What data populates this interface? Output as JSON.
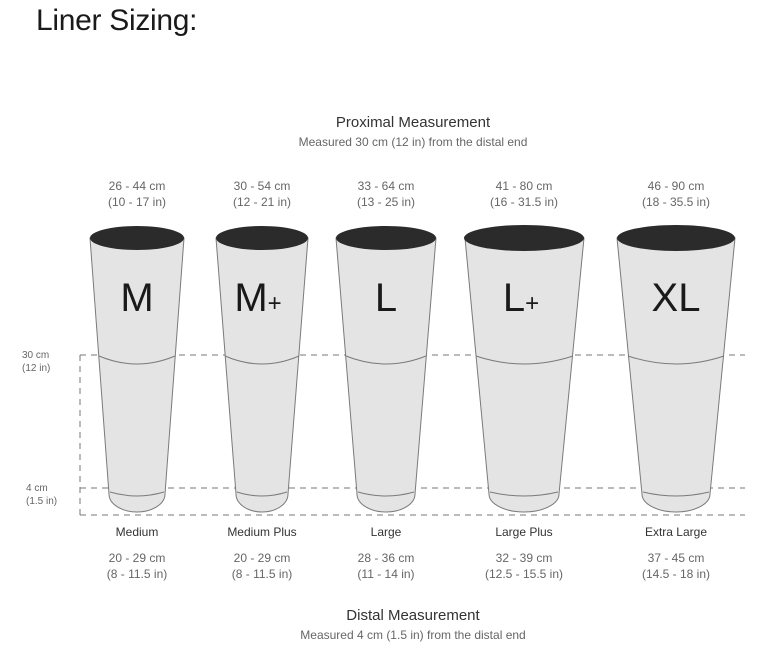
{
  "title": "Liner Sizing:",
  "proximal": {
    "label": "Proximal Measurement",
    "note": "Measured 30 cm (12 in) from the distal end"
  },
  "distal": {
    "label": "Distal Measurement",
    "note": "Measured 4 cm (1.5 in) from the distal end"
  },
  "levels": [
    {
      "cm": "30 cm",
      "in": "(12 in)"
    },
    {
      "cm": "4 cm",
      "in": "(1.5 in)"
    }
  ],
  "liners": [
    {
      "code": "M",
      "sup": "",
      "name": "Medium",
      "prox_cm": "26 - 44 cm",
      "prox_in": "(10 - 17 in)",
      "dist_cm": "20 - 29 cm",
      "dist_in": "(8 - 11.5 in)"
    },
    {
      "code": "M",
      "sup": "+",
      "name": "Medium Plus",
      "prox_cm": "30 - 54 cm",
      "prox_in": "(12 - 21 in)",
      "dist_cm": "20 - 29 cm",
      "dist_in": "(8 - 11.5 in)"
    },
    {
      "code": "L",
      "sup": "",
      "name": "Large",
      "prox_cm": "33 - 64 cm",
      "prox_in": "(13 - 25 in)",
      "dist_cm": "28 - 36 cm",
      "dist_in": "(11 - 14 in)"
    },
    {
      "code": "L",
      "sup": "+",
      "name": "Large Plus",
      "prox_cm": "41 - 80 cm",
      "prox_in": "(16 - 31.5 in)",
      "dist_cm": "32 - 39 cm",
      "dist_in": "(12.5 - 15.5 in)"
    },
    {
      "code": "XL",
      "sup": "",
      "name": "Extra Large",
      "prox_cm": "46 - 90 cm",
      "prox_in": "(18 - 35.5 in)",
      "dist_cm": "37 - 45 cm",
      "dist_in": "(14.5 - 18 in)"
    }
  ],
  "colors": {
    "body": "#e4e4e4",
    "top": "#2b2b2b",
    "stroke": "#7a7a7a",
    "dash": "#777777"
  }
}
